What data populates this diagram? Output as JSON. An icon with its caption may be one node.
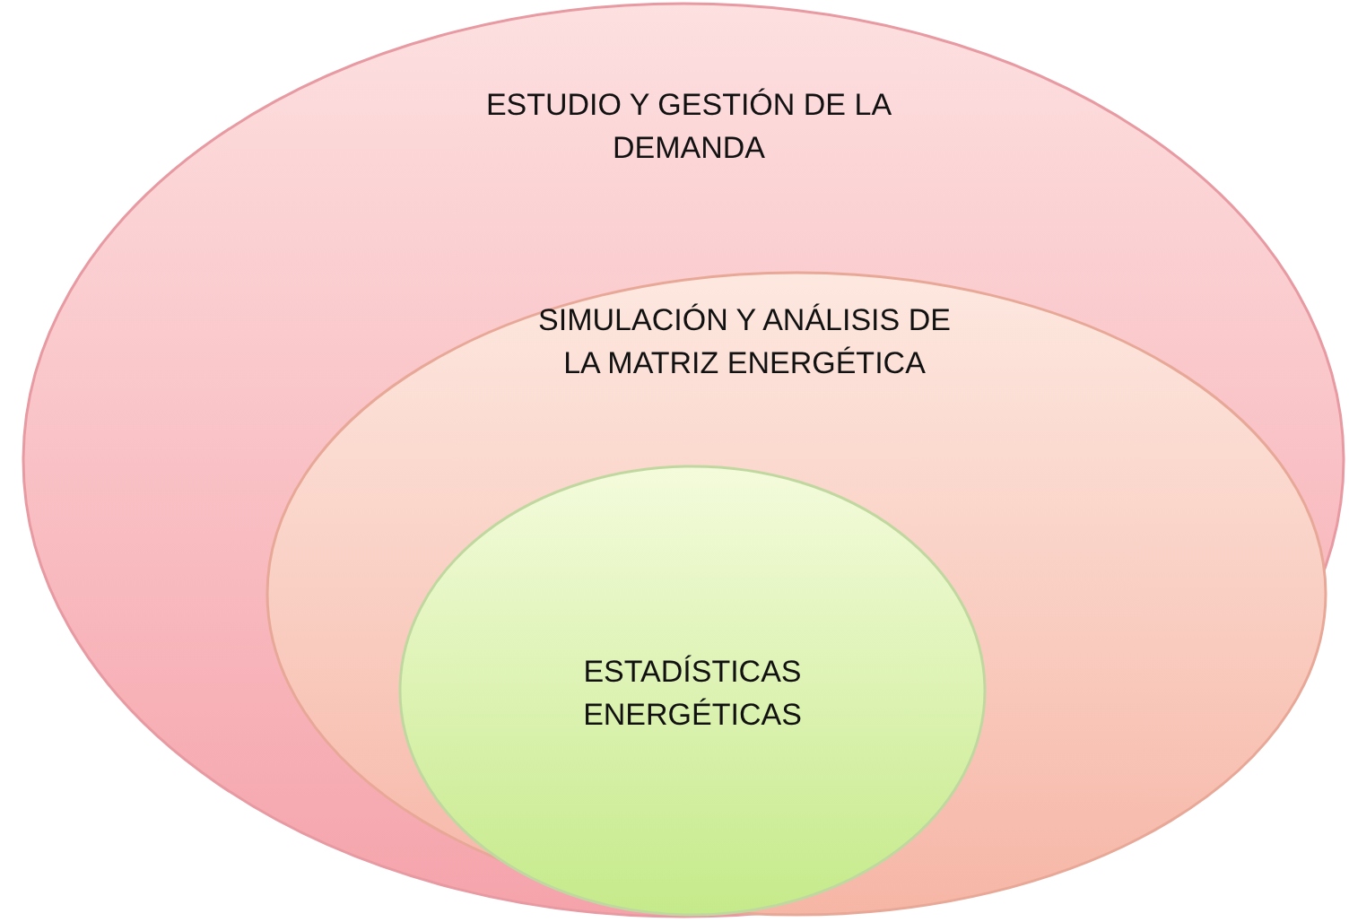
{
  "diagram": {
    "nodes": [
      {
        "text": [
          "ESTUDIO Y GESTIÓN DE LA DEMANDA"
        ]
      },
      {
        "text": [
          "SIMULACIÓN Y ANÁLISIS DE LA MATRIZ ENERGÉTICA"
        ],
        "in": 0
      },
      {
        "text": [
          "ESTADÍSTICAS ENERGÉTICAS"
        ],
        "in": 1
      }
    ]
  }
}
